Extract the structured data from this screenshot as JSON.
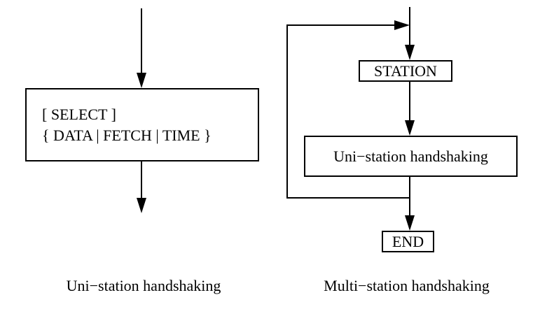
{
  "figure": {
    "background_color": "#ffffff",
    "line_color": "#000000",
    "text_color": "#000000"
  },
  "left_diagram": {
    "caption": "Uni−station handshaking",
    "box": {
      "line1": "[ SELECT ]",
      "line2": "{ DATA | FETCH | TIME }"
    },
    "arrows": {
      "in_label": "",
      "out_label": ""
    }
  },
  "right_diagram": {
    "caption": "Multi−station handshaking",
    "nodes": [
      {
        "id": "station",
        "label": "STATION"
      },
      {
        "id": "uni-station",
        "label": "Uni−station handshaking"
      },
      {
        "id": "end",
        "label": "END"
      }
    ],
    "edges": [
      {
        "from": "entry",
        "to": "station",
        "label": ""
      },
      {
        "from": "station",
        "to": "uni-station",
        "label": ""
      },
      {
        "from": "uni-station",
        "to": "end",
        "label": ""
      },
      {
        "from": "uni-station",
        "to": "entry",
        "label": "",
        "kind": "feedback-loop"
      }
    ]
  }
}
